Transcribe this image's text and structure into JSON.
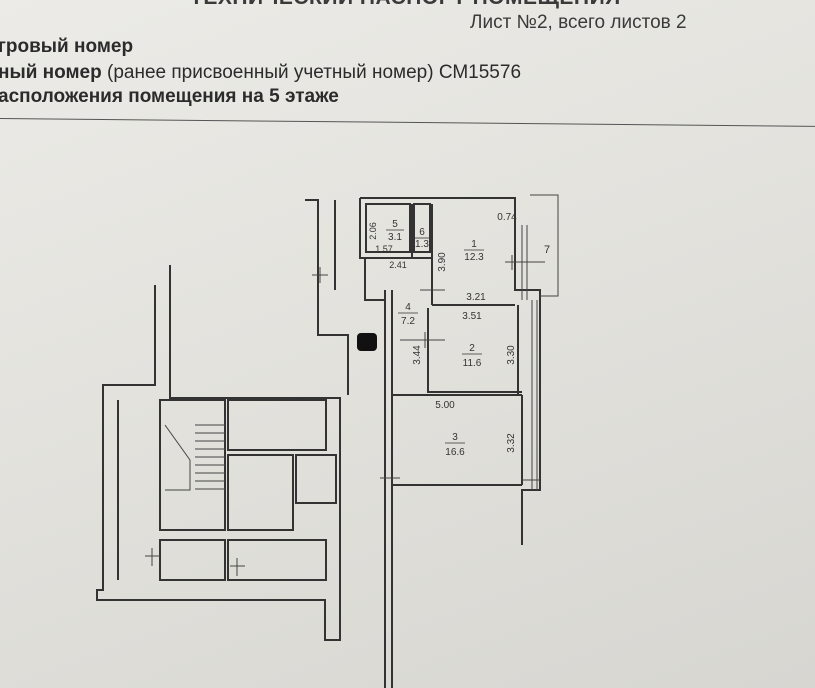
{
  "header": {
    "cut_title": "ТЕХНИЧЕСКИЙ ПАСПОРТ ПОМЕЩЕНИЯ",
    "sheet_info": "Лист №2, всего листов 2",
    "line1": "гровый номер",
    "line2_bold": "ный номер",
    "line2_rest": " (ранее присвоенный учетный номер)  СМ15576",
    "line3": "асположения помещения на 5  этаже"
  },
  "plan": {
    "rooms": [
      {
        "id": "1",
        "area": "12.3"
      },
      {
        "id": "2",
        "area": "11.6"
      },
      {
        "id": "3",
        "area": "16.6"
      },
      {
        "id": "4",
        "area": "7.2"
      },
      {
        "id": "5",
        "area": "3.1"
      },
      {
        "id": "6",
        "area": "1.3"
      }
    ],
    "dimensions": [
      "0.74",
      "3.90",
      "3.21",
      "3.51",
      "3.30",
      "3.44",
      "5.00",
      "3.32",
      "2.06",
      "1.57",
      "2.41"
    ],
    "balcony_label": "7"
  }
}
